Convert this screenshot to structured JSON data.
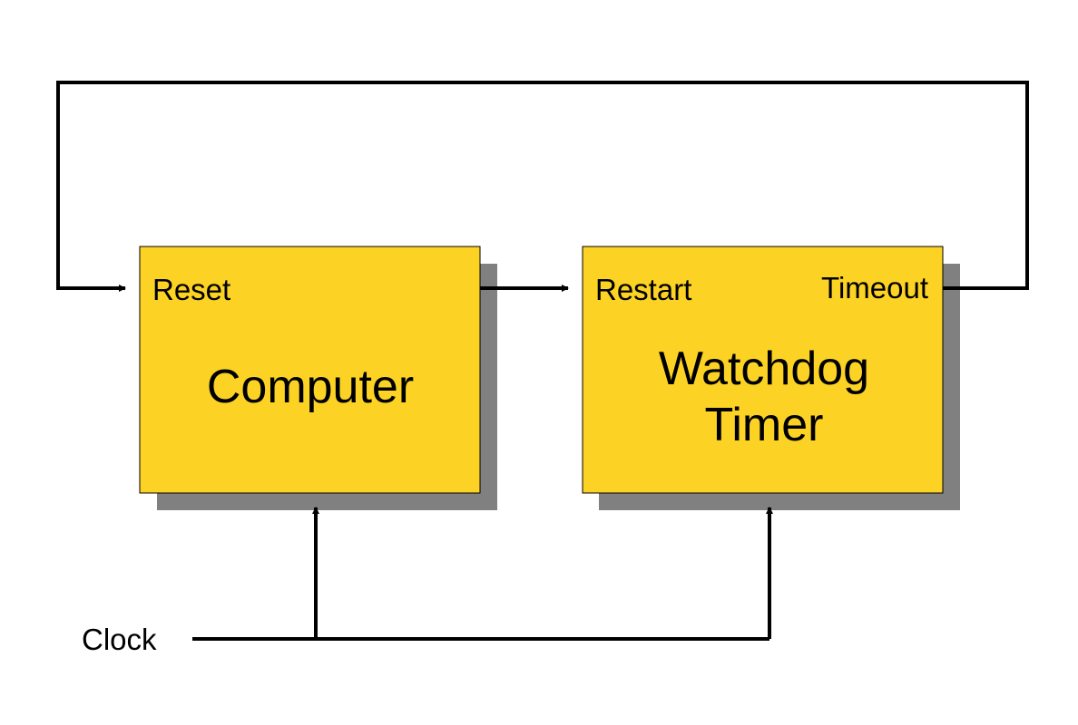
{
  "colors": {
    "block_fill": "#FCD224",
    "shadow": "#808080",
    "line": "#000000"
  },
  "computer": {
    "title": "Computer",
    "port_reset": "Reset"
  },
  "watchdog": {
    "title_line1": "Watchdog",
    "title_line2": "Timer",
    "port_restart": "Restart",
    "port_timeout": "Timeout"
  },
  "clock": {
    "label": "Clock"
  }
}
